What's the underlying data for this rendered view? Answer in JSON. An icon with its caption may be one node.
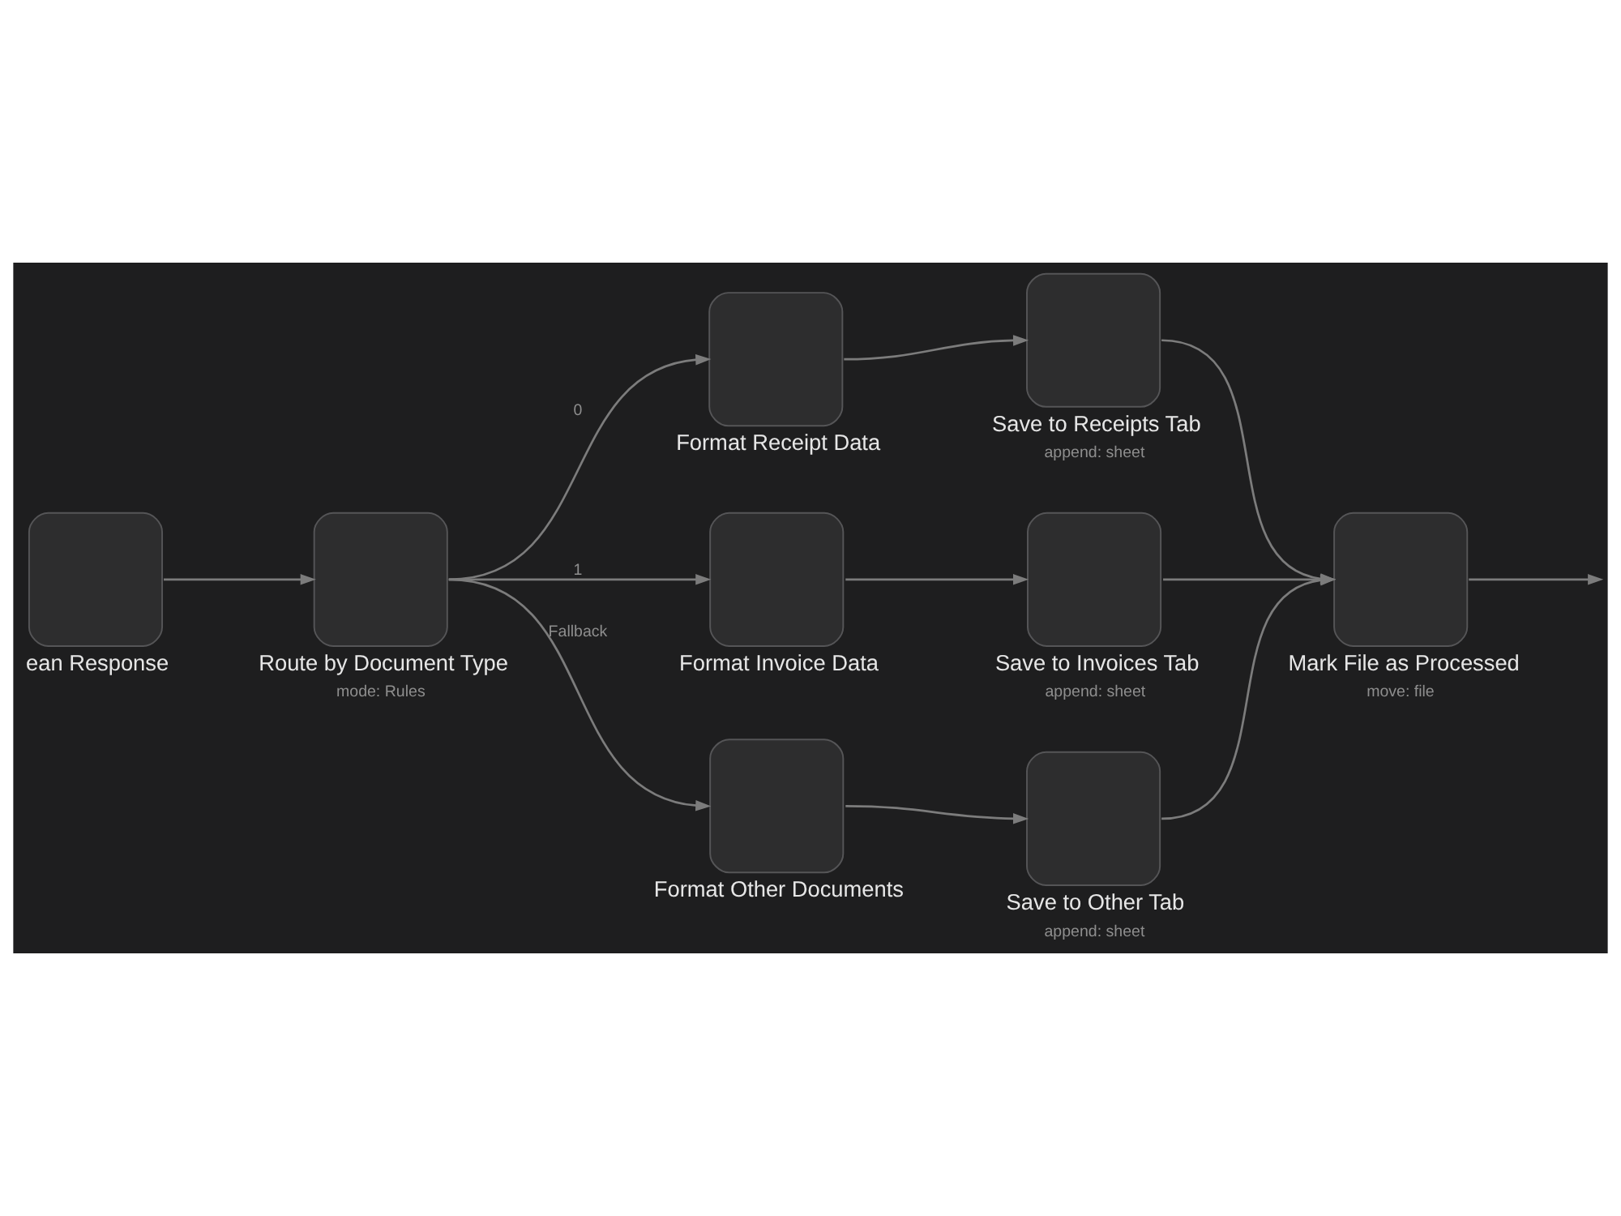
{
  "diagram": {
    "nodes": [
      {
        "text": [
          "ean Response"
        ]
      },
      {
        "text": [
          "Route by Document Type"
        ],
        "beside": [
          "mode: Rules"
        ]
      },
      {
        "text": [
          "Format Receipt Data"
        ]
      },
      {
        "text": [
          "Save to Receipts Tab"
        ],
        "beside": [
          "append: sheet"
        ]
      },
      {
        "text": [
          "Format Invoice Data"
        ]
      },
      {
        "text": [
          "Save to Invoices Tab"
        ],
        "beside": [
          "append: sheet"
        ]
      },
      {
        "text": [
          "Format Other Documents"
        ]
      },
      {
        "text": [
          "Save to Other Tab"
        ],
        "beside": [
          "append: sheet"
        ]
      },
      {
        "text": [
          "Mark File as Processed"
        ],
        "beside": [
          "move: file"
        ]
      }
    ],
    "edges": [
      {
        "from": 0,
        "to": 1,
        "arrow": "to"
      },
      {
        "from": 1,
        "to": 2,
        "arrow": "to",
        "label": "0"
      },
      {
        "from": 1,
        "to": 4,
        "arrow": "to",
        "label": "1"
      },
      {
        "from": 1,
        "to": 6,
        "arrow": "to",
        "label": "Fallback"
      },
      {
        "from": 2,
        "to": 3,
        "arrow": "to"
      },
      {
        "from": 4,
        "to": 5,
        "arrow": "to"
      },
      {
        "from": 6,
        "to": 7,
        "arrow": "to"
      },
      {
        "from": 3,
        "to": 8,
        "arrow": "to"
      },
      {
        "from": 5,
        "to": 8,
        "arrow": "to"
      },
      {
        "from": 7,
        "to": 8,
        "arrow": "to"
      },
      {
        "from": 8,
        "to": null,
        "arrow": "to"
      }
    ]
  }
}
